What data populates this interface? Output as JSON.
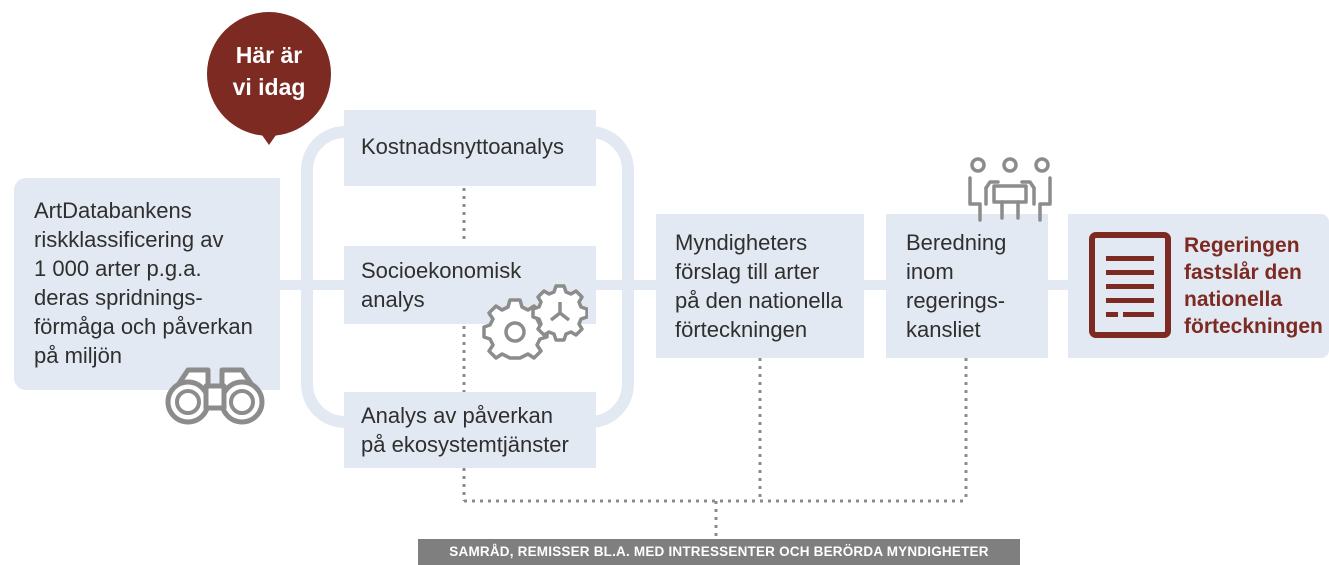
{
  "bubble": {
    "line1": "Här är",
    "line2": "vi idag"
  },
  "start_box": {
    "lines": [
      "ArtDatabankens",
      "riskklassificering av",
      "1 000 arter p.g.a.",
      "deras spridnings-",
      "förmåga och påverkan",
      "på miljön"
    ]
  },
  "analyses": {
    "cost": [
      "Kostnadsnyttoanalys"
    ],
    "socio": [
      "Socioekonomisk",
      "analys"
    ],
    "eco": [
      "Analys av påverkan",
      "på ekosystemtjänster"
    ]
  },
  "authority_box": {
    "lines": [
      "Myndigheters",
      "förslag till arter",
      "på den nationella",
      "förteckningen"
    ]
  },
  "prep_box": {
    "lines": [
      "Beredning",
      "inom",
      "regerings-",
      "kansliet"
    ]
  },
  "final_box": {
    "lines": [
      "Regeringen",
      "fastslår den",
      "nationella",
      "förteckningen"
    ]
  },
  "consultation_band": {
    "text": "SAMRÅD, REMISSER BL.A. MED INTRESSENTER OCH BERÖRDA MYNDIGHETER"
  },
  "icons": [
    "binoculars-icon",
    "gears-icon",
    "meeting-icon",
    "document-icon"
  ],
  "colors": {
    "box_fill": "#e3e9f2",
    "accent": "#7d2a22",
    "icon_gray": "#8c8c8c",
    "band": "#7f7f7f"
  }
}
